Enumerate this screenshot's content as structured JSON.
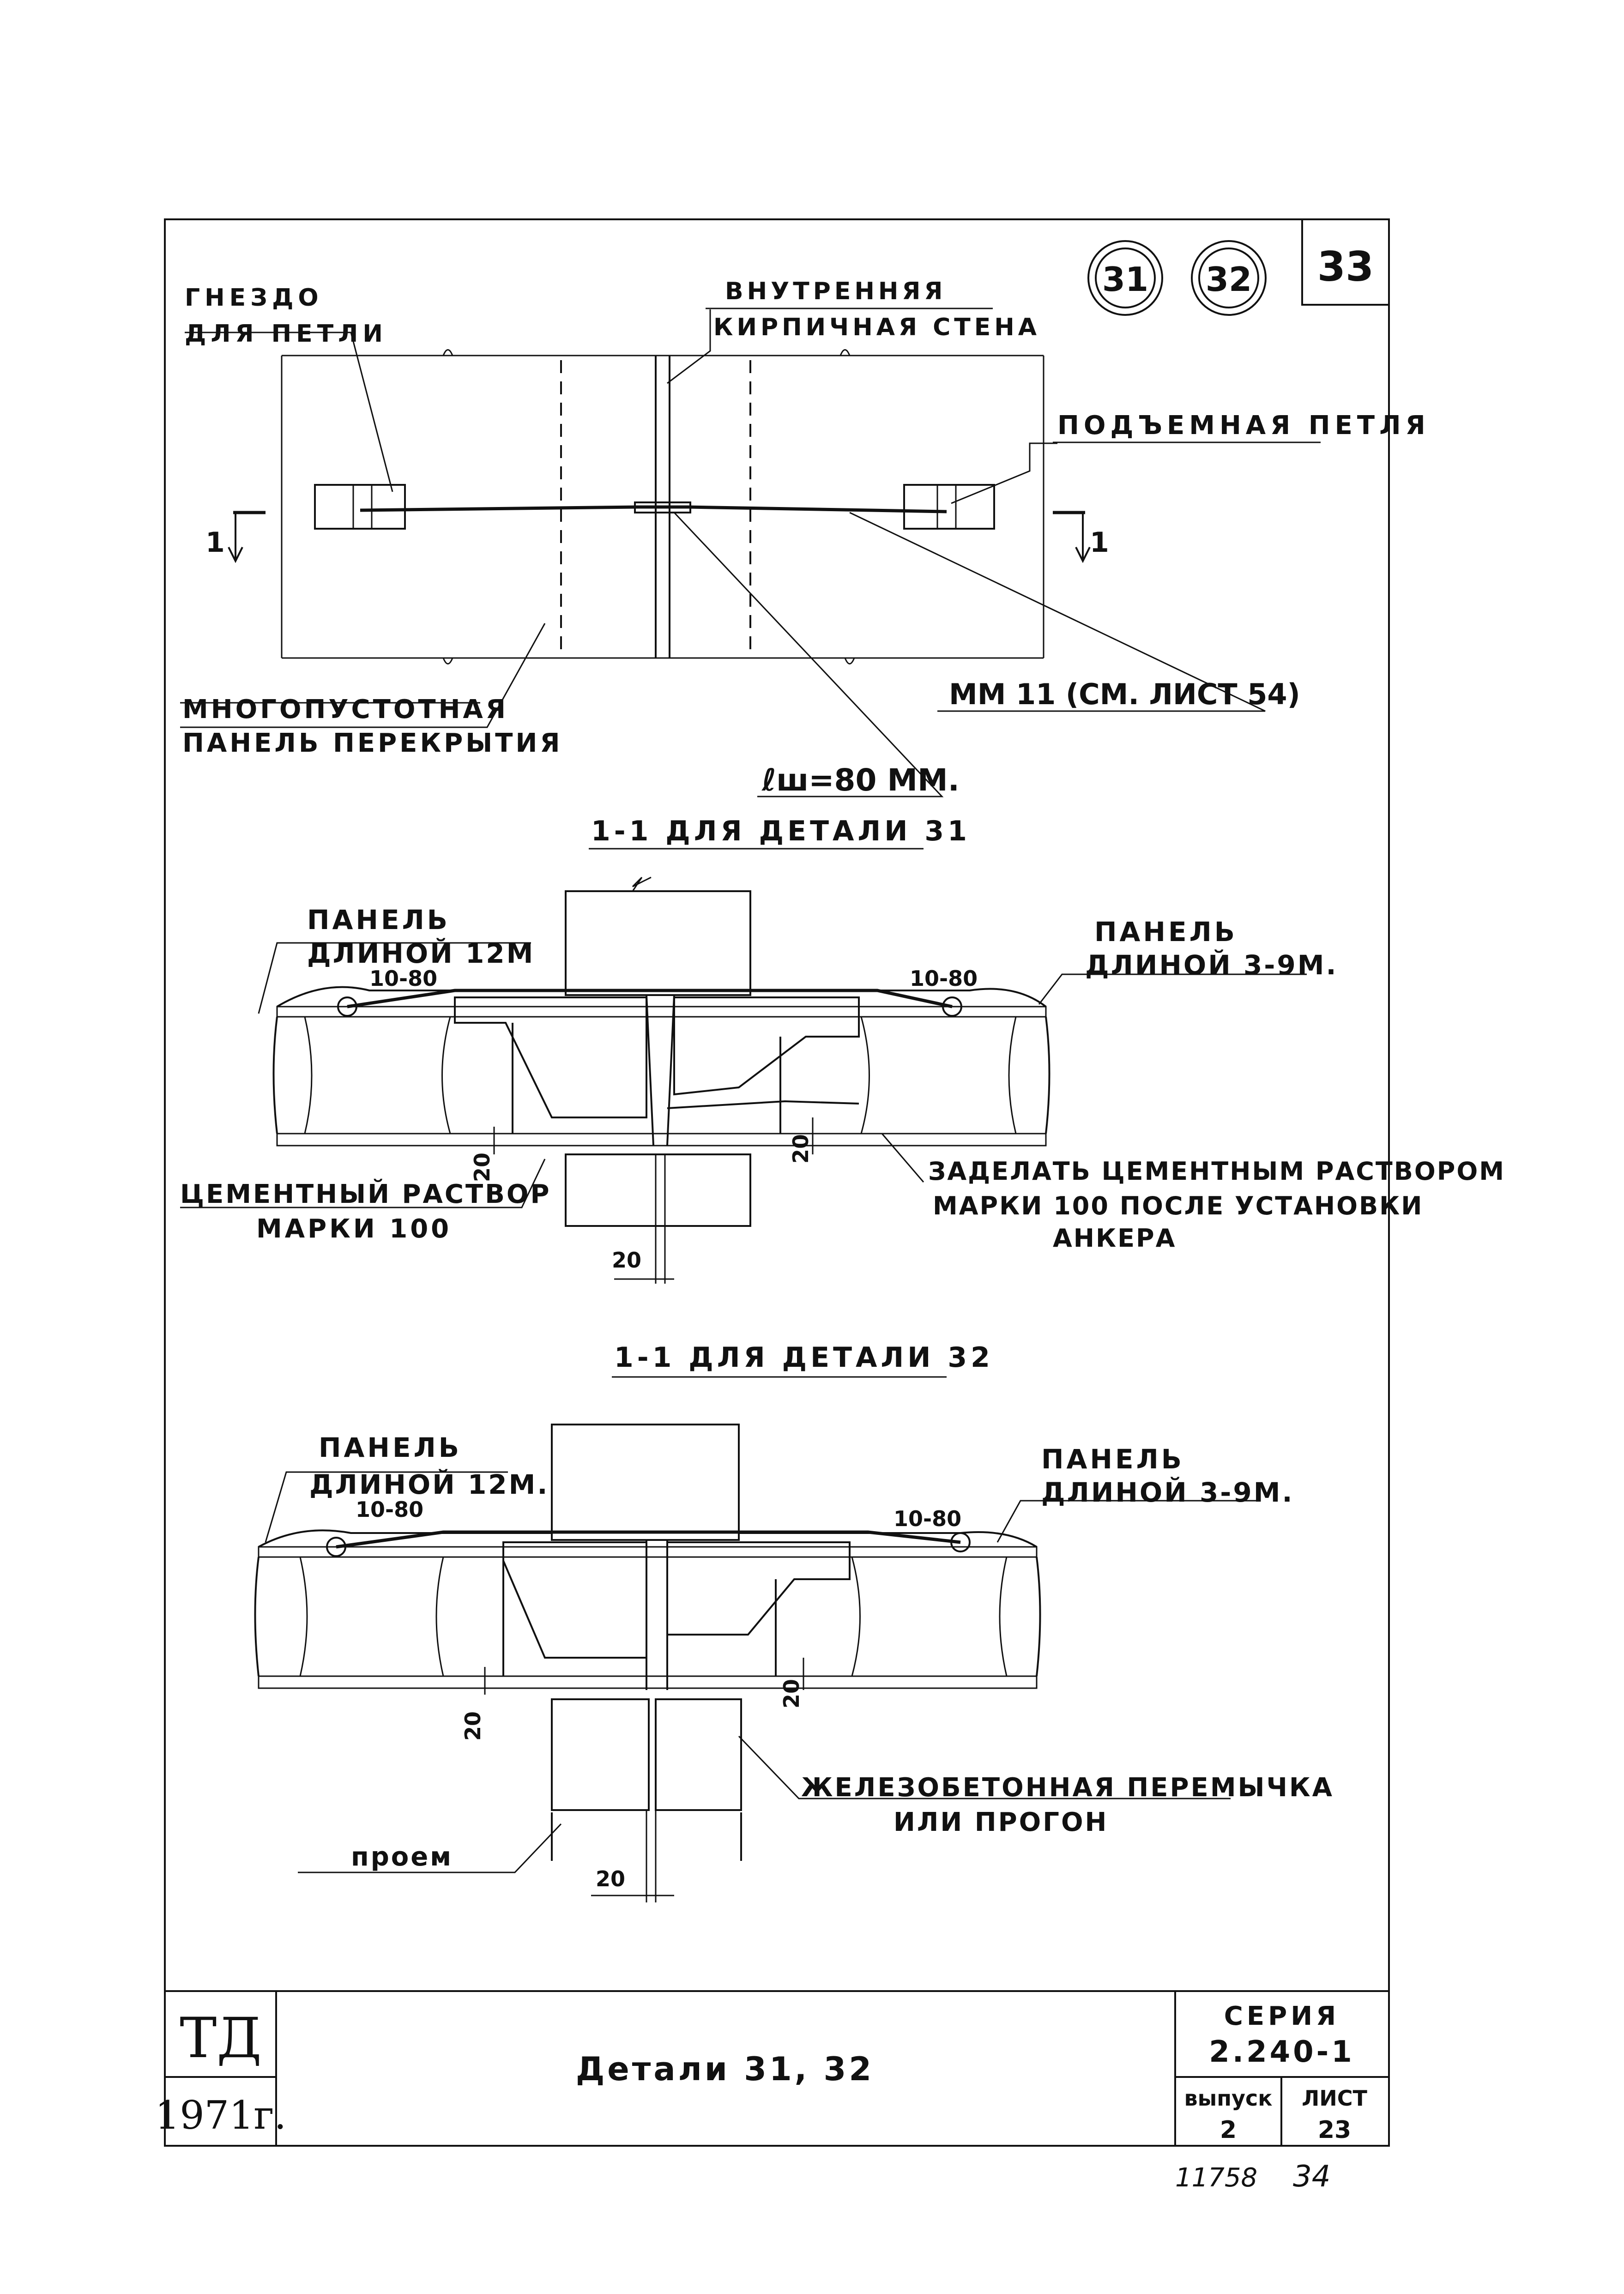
{
  "sheet_badge": "33",
  "detail_markers": [
    "31",
    "32"
  ],
  "plan": {
    "label_socket_1": "ГНЕЗДО",
    "label_socket_2": "ДЛЯ ПЕТЛИ",
    "label_wall_1": "ВНУТРЕННЯЯ",
    "label_wall_2": "КИРПИЧНАЯ СТЕНА",
    "label_loop": "ПОДЪЕМНАЯ ПЕТЛЯ",
    "label_panel_1": "МНОГОПУСТОТНАЯ",
    "label_panel_2": "ПАНЕЛЬ ПЕРЕКРЫТИЯ",
    "label_anchor": "ММ 11 (СМ. ЛИСТ 54)",
    "label_length": "ℓш=80 ММ.",
    "section_mark_left": "1",
    "section_mark_right": "1"
  },
  "section31": {
    "title": "1-1 ДЛЯ ДЕТАЛИ 31",
    "panel_left_1": "ПАНЕЛЬ",
    "panel_left_2": "ДЛИНОЙ 12М",
    "dim_left": "10-80",
    "panel_right_1": "ПАНЕЛЬ",
    "panel_right_2": "ДЛИНОЙ 3-9М.",
    "dim_right": "10-80",
    "mortar_1": "ЦЕМЕНТНЫЙ РАСТВОР",
    "mortar_2": "МАРКИ 100",
    "note_1": "ЗАДЕЛАТЬ ЦЕМЕНТНЫМ РАСТВОРОМ",
    "note_2": "МАРКИ 100 ПОСЛЕ УСТАНОВКИ",
    "note_3": "АНКЕРА",
    "dim_20a": "20",
    "dim_20b": "20",
    "dim_20c": "20"
  },
  "section32": {
    "title": "1-1 ДЛЯ ДЕТАЛИ 32",
    "panel_left_1": "ПАНЕЛЬ",
    "panel_left_2": "ДЛИНОЙ 12М.",
    "dim_left": "10-80",
    "panel_right_1": "ПАНЕЛЬ",
    "panel_right_2": "ДЛИНОЙ 3-9М.",
    "dim_right": "10-80",
    "lintel_1": "ЖЕЛЕЗОБЕТОННАЯ ПЕРЕМЫЧКА",
    "lintel_2": "ИЛИ ПРОГОН",
    "opening": "проем",
    "dim_20a": "20",
    "dim_20b": "20",
    "dim_20c": "20"
  },
  "title_block": {
    "org": "ТД",
    "year": "1971г.",
    "title": "Детали 31, 32",
    "series_label": "СЕРИЯ",
    "series_value": "2.240-1",
    "issue_label": "выпуск",
    "issue_value": "2",
    "sheet_label": "ЛИСТ",
    "sheet_value": "23"
  },
  "footer": {
    "inventory": "11758",
    "page": "34"
  }
}
